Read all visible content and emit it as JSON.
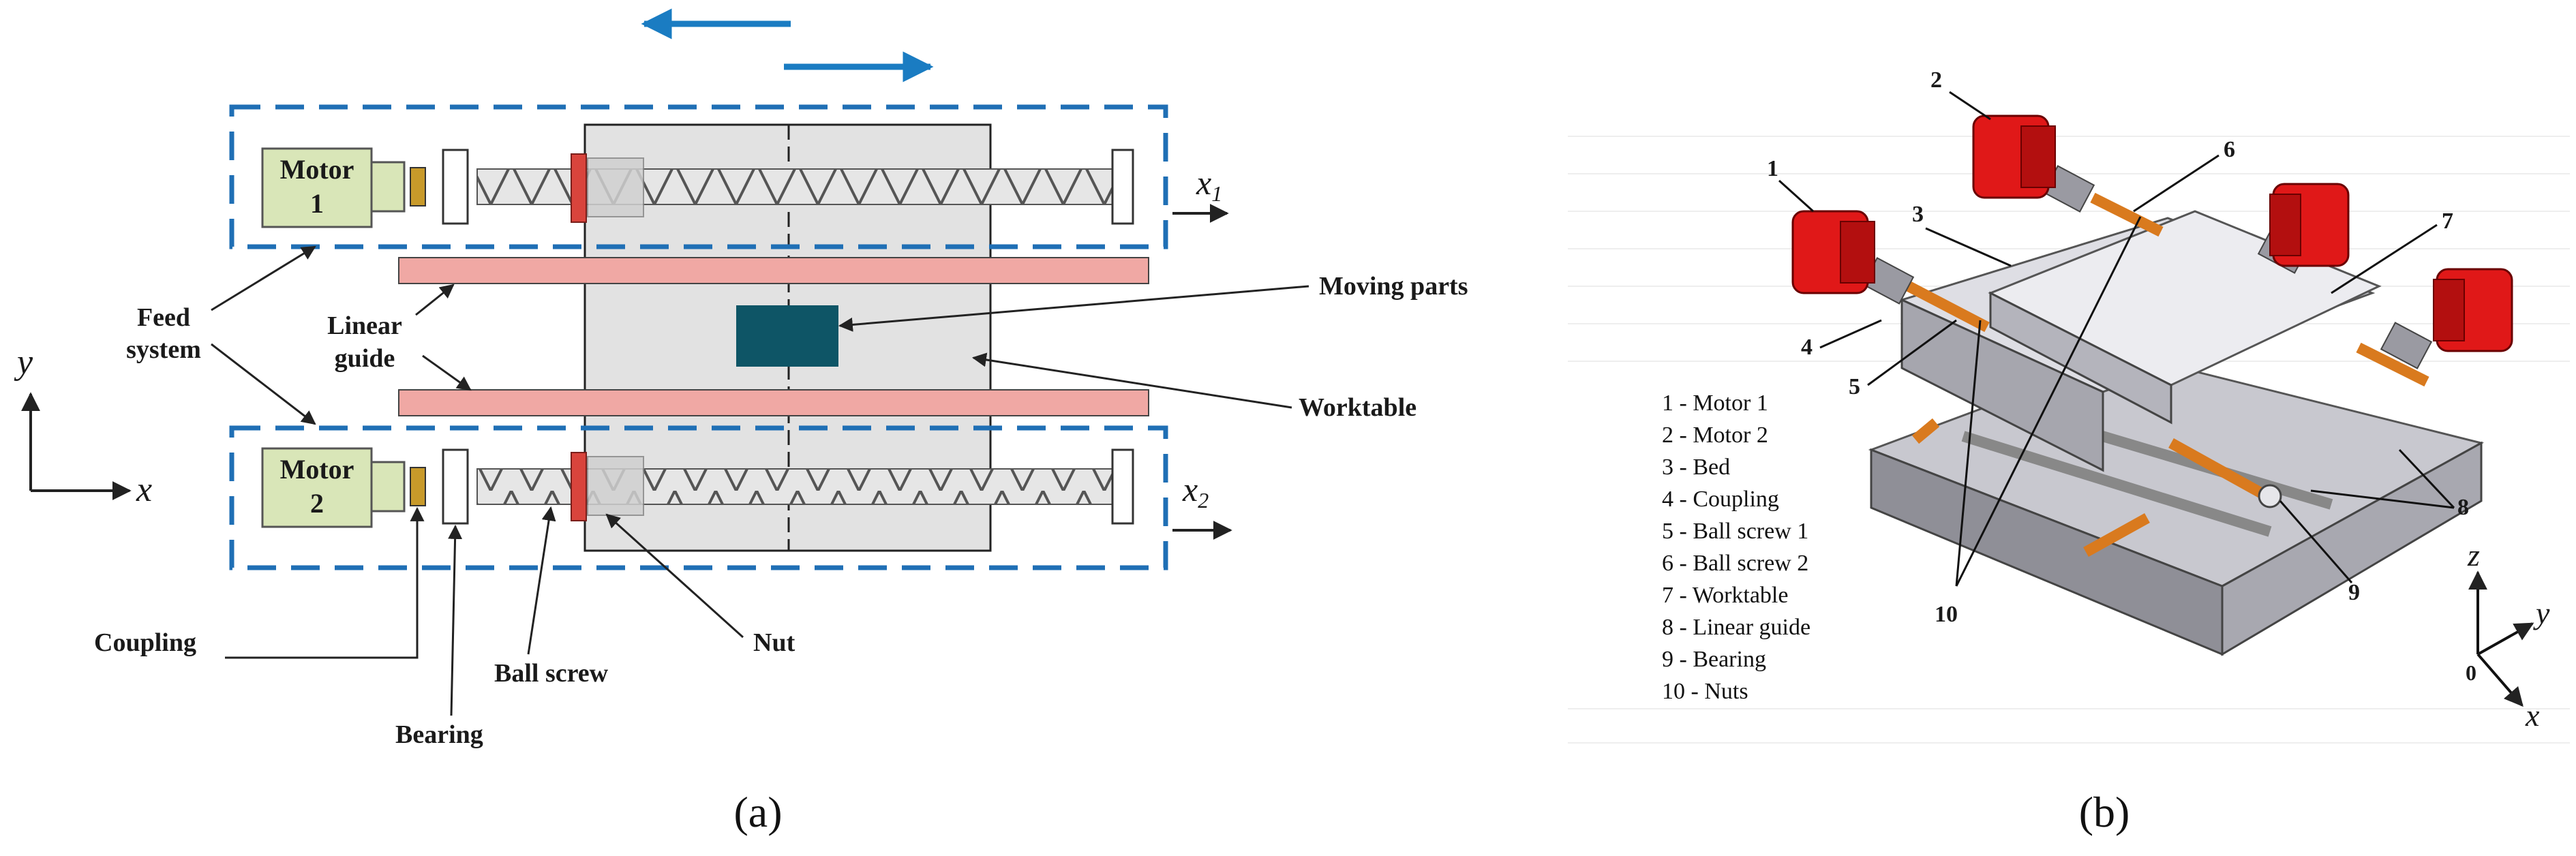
{
  "panel_a": {
    "caption": "(a)",
    "motor1": [
      "Motor",
      "1"
    ],
    "motor2": [
      "Motor",
      "2"
    ],
    "feed_system": [
      "Feed",
      "system"
    ],
    "linear_guide": [
      "Linear",
      "guide"
    ],
    "moving_parts": "Moving parts",
    "worktable": "Worktable",
    "coupling": "Coupling",
    "bearing": "Bearing",
    "ball_screw": "Ball screw",
    "nut": "Nut",
    "axis_y": "y",
    "axis_x": "x",
    "x1_main": "x",
    "x1_sub": "1",
    "x2_main": "x",
    "x2_sub": "2"
  },
  "panel_b": {
    "caption": "(b)",
    "legend": [
      "1 - Motor 1",
      "2 - Motor 2",
      "3 - Bed",
      "4 - Coupling",
      "5 - Ball screw 1",
      "6 - Ball screw 2",
      "7 - Worktable",
      "8 - Linear guide",
      "9 - Bearing",
      "10 - Nuts"
    ],
    "callouts": [
      "1",
      "2",
      "3",
      "4",
      "5",
      "6",
      "7",
      "8",
      "9",
      "10"
    ],
    "axis_z": "z",
    "axis_y": "y",
    "axis_x": "x",
    "origin": "0"
  },
  "colors": {
    "motor_green": "#d9e6b8",
    "dash_blue": "#1f6fb5",
    "arrow_blue": "#1a7cc2",
    "guide_pink": "#f0a8a4",
    "nut_teal": "#0e5566",
    "flange_red": "#d9443c",
    "motor_red": "#e01818",
    "screw_orange": "#d97a1e"
  }
}
